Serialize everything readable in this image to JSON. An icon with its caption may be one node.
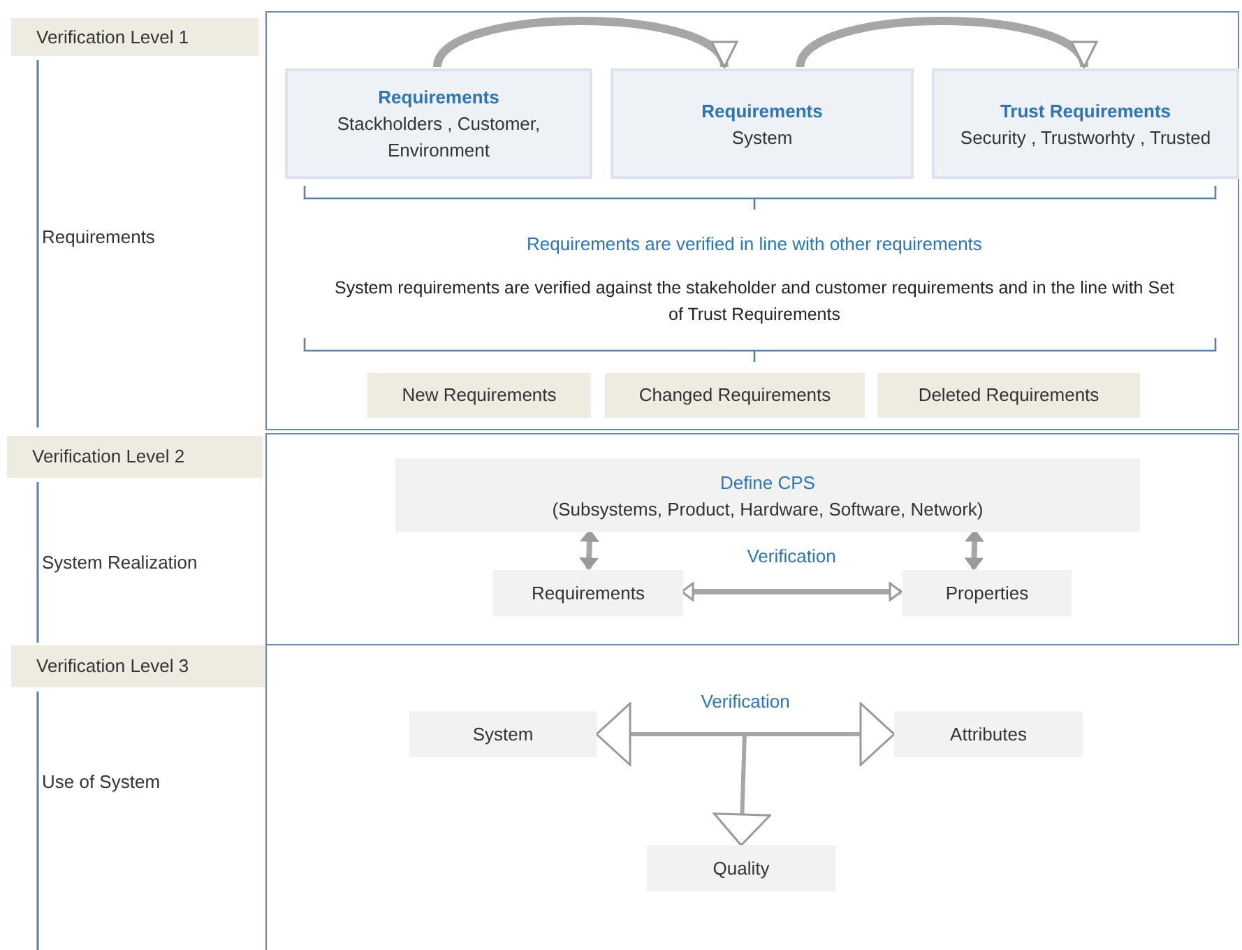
{
  "diagram": {
    "nodes": [
      {
        "text": [
          "Verification Level 1"
        ]
      },
      {
        "text": [],
        "shape": "box"
      },
      {
        "text": [
          "Requirements",
          "Stackholders , Customer, Environment"
        ],
        "in": 1
      },
      {
        "text": [
          "Requirements",
          "System"
        ],
        "in": 1
      },
      {
        "text": [
          "Trust Requirements",
          "Security , Trustworhty , Trusted"
        ],
        "in": 1
      },
      {
        "text": [
          "New Requirements"
        ],
        "in": 1
      },
      {
        "text": [
          "Changed Requirements"
        ],
        "in": 1
      },
      {
        "text": [
          "Deleted Requirements"
        ],
        "in": 1
      },
      {
        "text": [
          "Verification Level 2"
        ]
      },
      {
        "text": [],
        "shape": "box"
      },
      {
        "text": [
          "Define CPS",
          "(Subsystems, Product, Hardware, Software, Network)"
        ],
        "in": 9
      },
      {
        "text": [
          "Requirements"
        ],
        "in": 9
      },
      {
        "text": [
          "Properties"
        ],
        "in": 9
      },
      {
        "text": [
          "Verification Level 3"
        ]
      },
      {
        "text": [
          "System"
        ]
      },
      {
        "text": [
          "Attributes"
        ]
      },
      {
        "text": [
          "Quality"
        ]
      }
    ],
    "edges": [
      {
        "from": 2,
        "to": 3,
        "arrow": "to"
      },
      {
        "from": 3,
        "to": 4,
        "arrow": "to"
      },
      {
        "from": 10,
        "to": 11,
        "arrow": "both"
      },
      {
        "from": 10,
        "to": 12,
        "arrow": "both"
      },
      {
        "from": 11,
        "to": 12,
        "arrow": "both",
        "label": "Verification"
      },
      {
        "from": 14,
        "to": 15,
        "arrow": "both",
        "label": "Verification"
      },
      {
        "from": null,
        "to": 16,
        "arrow": "to"
      }
    ],
    "labels": [
      "Requirements",
      "Requirements are verified in line with other requirements",
      "System requirements are verified against the stakeholder and customer requirements and in the line with Set of Trust Requirements",
      "System Realization",
      "Use of System"
    ]
  }
}
